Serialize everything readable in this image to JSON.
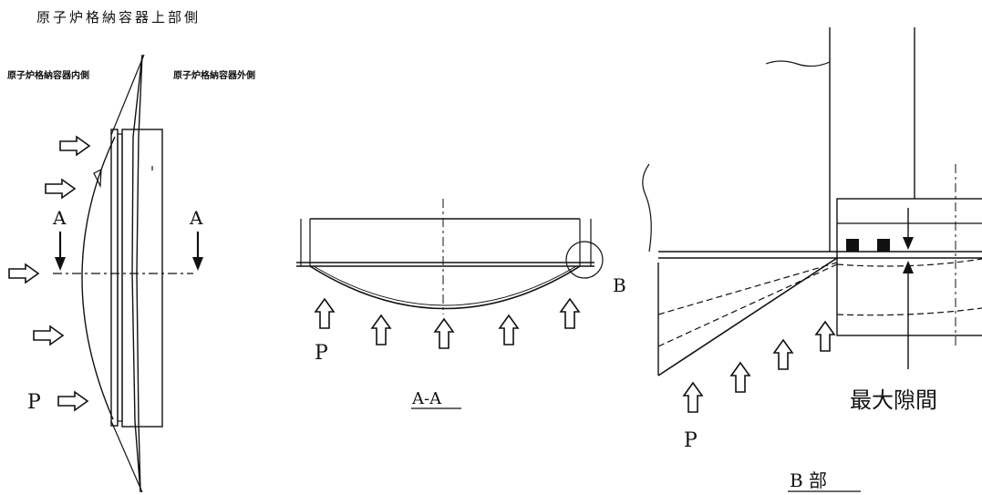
{
  "diagram": {
    "top_title": "原子炉格納容器上部側",
    "inside_label": "原子炉格納容器内側",
    "outside_label": "原子炉格納容器外側",
    "section_mark": "A",
    "pressure_label": "P",
    "aa_caption": "A-A",
    "detail_mark": "B",
    "max_gap_label": "最大隙間",
    "b_caption": "B 部"
  },
  "colors": {
    "line": "#111111",
    "background": "#ffffff"
  }
}
